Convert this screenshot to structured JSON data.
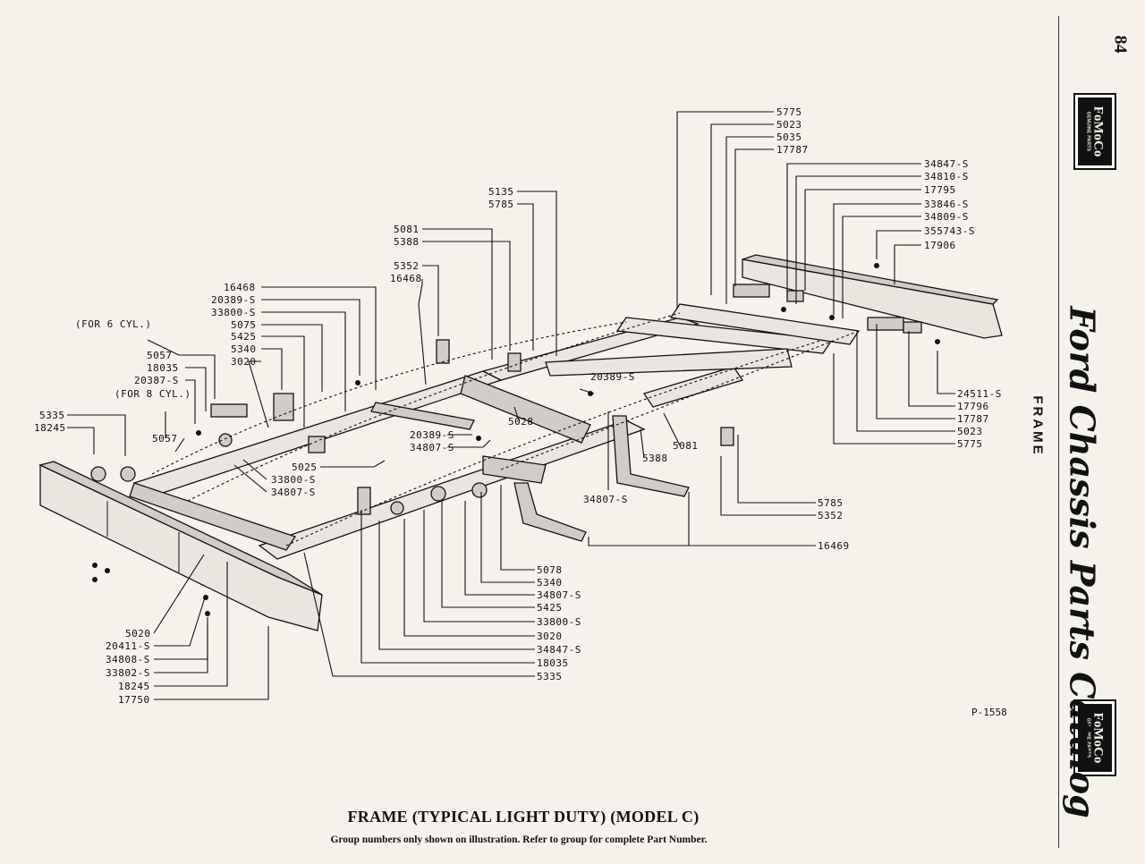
{
  "page_number": "84",
  "side_title": "Ford Chassis Parts Catalog",
  "section_tab": "FRAME",
  "logo": {
    "main": "FoMoCo",
    "sub": "GENUINE PARTS"
  },
  "plate_number": "P-1558",
  "caption_title": "FRAME (TYPICAL LIGHT DUTY) (MODEL C)",
  "caption_subtitle": "Group numbers only shown on illustration.  Refer to group for complete Part Number.",
  "callouts": {
    "top": [
      "5775",
      "5023",
      "5035",
      "17787"
    ],
    "right_upper": [
      "34847-S",
      "34810-S",
      "17795",
      "33846-S",
      "34809-S",
      "355743-S",
      "17906"
    ],
    "center_upper": [
      "5135",
      "5785",
      "5081",
      "5388",
      "5352",
      "16468"
    ],
    "left_upper": [
      "16468",
      "20389-S",
      "33800-S",
      "5075",
      "5425",
      "5340",
      "3020"
    ],
    "note_6cyl": "(FOR 6 CYL.)",
    "note_8cyl": "(FOR 8 CYL.)",
    "left_mid": [
      "5057",
      "18035",
      "20387-S",
      "5057"
    ],
    "far_left": [
      "5335",
      "18245"
    ],
    "center_mid": [
      "20389-S",
      "5028",
      "20389-S",
      "34807-S",
      "5025",
      "33800-S",
      "34807-S"
    ],
    "right_lower": [
      "24511-S",
      "17796",
      "17787",
      "5023",
      "5775"
    ],
    "center_right": [
      "5081",
      "5388",
      "34807-S",
      "5785",
      "5352",
      "16469"
    ],
    "bottom_center": [
      "5078",
      "5340",
      "34807-S",
      "5425",
      "33800-S",
      "3020",
      "34847-S",
      "18035",
      "5335"
    ],
    "bottom_left": [
      "5020",
      "20411-S",
      "34808-S",
      "33802-S",
      "18245",
      "17750"
    ]
  }
}
